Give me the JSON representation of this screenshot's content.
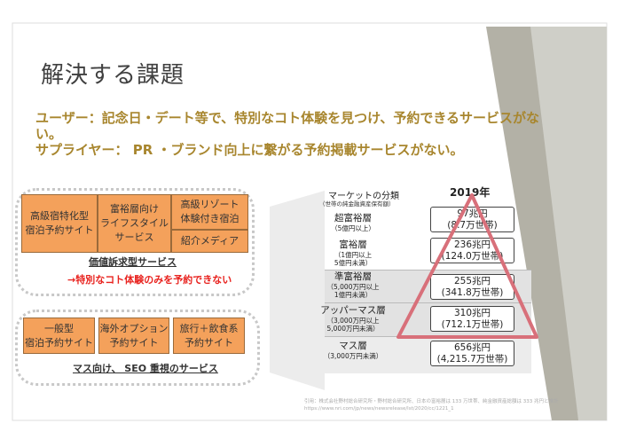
{
  "slide": {
    "title": "解決する課題",
    "problem_user": "ユーザー：記念日・デート等で、特別なコト体験を見つけ、予約できるサービスがな",
    "problem_user_cont": "い。",
    "problem_supplier": "サプライヤー： PR ・ブランド向上に繋がる予約掲載サービスがない。"
  },
  "value_group": {
    "boxes": [
      "高級宿特化型\n宿泊予約サイト",
      "富裕層向け\nライフスタイル\nサービス",
      "高級リゾート\n体験付き宿泊",
      "紹介メディア"
    ],
    "label": "価値訴求型サービス",
    "note": "→特別なコト体験のみを予約できない"
  },
  "mass_group": {
    "boxes": [
      "一般型\n宿泊予約サイト",
      "海外オプション\n予約サイト",
      "旅行＋飲食系\n予約サイト"
    ],
    "label": "マス向け、 SEO 重視のサービス"
  },
  "pyramid": {
    "header_label": "マーケットの分類",
    "header_sub": "（世帯の純金融資産保有額）",
    "year_label": "2019年",
    "levels": [
      {
        "name": "超富裕層",
        "range": "（5億円以上）",
        "amount": "97兆円",
        "households": "(8.7万世帯)"
      },
      {
        "name": "富裕層",
        "range": "（1億円以上\n5億円未満）",
        "amount": "236兆円",
        "households": "(124.0万世帯)"
      },
      {
        "name": "準富裕層",
        "range": "（5,000万円以上\n1億円未満）",
        "amount": "255兆円",
        "households": "(341.8万世帯)"
      },
      {
        "name": "アッパーマス層",
        "range": "（3,000万円以上\n5,000万円未満）",
        "amount": "310兆円",
        "households": "(712.1万世帯)"
      },
      {
        "name": "マス層",
        "range": "（3,000万円未満）",
        "amount": "656兆円",
        "households": "(4,215.7万世帯)"
      }
    ]
  },
  "citation": "引用：株式会社野村総合研究所・野村総合研究所、日本の富裕層は 133 万世帯、純金融資産総額は 333 兆円と推計 https://www.nri.com/jp/news/newsrelease/lst/2020/cc/1221_1",
  "colors": {
    "title": "#404040",
    "problem_text": "#a8862e",
    "box_fill": "#f4a15b",
    "note_red": "#e8221e",
    "triangle": "#d8707a",
    "corner_band": "#aaa89a"
  }
}
